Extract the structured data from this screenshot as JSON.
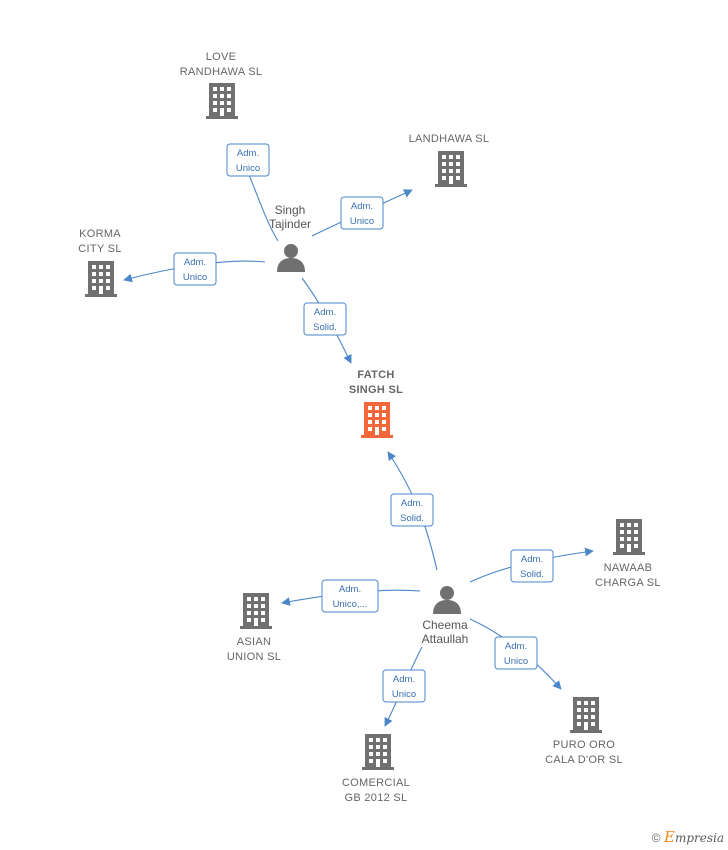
{
  "colors": {
    "building": "#707070",
    "focus": "#f4673a",
    "person": "#707070",
    "edge": "#4a86c8"
  },
  "companies": [
    {
      "id": "love",
      "lines": [
        "LOVE",
        "RANDHAWA  SL"
      ],
      "focus": false
    },
    {
      "id": "landhawa",
      "lines": [
        "LANDHAWA  SL"
      ],
      "focus": false
    },
    {
      "id": "korma",
      "lines": [
        "KORMA",
        "CITY  SL"
      ],
      "focus": false
    },
    {
      "id": "fatch",
      "lines": [
        "FATCH",
        "SINGH  SL"
      ],
      "focus": true
    },
    {
      "id": "nawaab",
      "lines": [
        "NAWAAB",
        "CHARGA  SL"
      ],
      "focus": false
    },
    {
      "id": "asian",
      "lines": [
        "ASIAN",
        "UNION SL"
      ],
      "focus": false
    },
    {
      "id": "comercial",
      "lines": [
        "COMERCIAL",
        "GB 2012 SL"
      ],
      "focus": false
    },
    {
      "id": "puro",
      "lines": [
        "PURO ORO",
        "CALA D'OR SL"
      ],
      "focus": false
    }
  ],
  "people": [
    {
      "id": "singh",
      "lines": [
        "Singh",
        "Tajinder"
      ]
    },
    {
      "id": "cheema",
      "lines": [
        "Cheema",
        "Attaullah"
      ]
    }
  ],
  "relations": [
    {
      "id": "r1",
      "from": "singh",
      "to": "love",
      "lines": [
        "Adm.",
        "Unico"
      ]
    },
    {
      "id": "r2",
      "from": "singh",
      "to": "landhawa",
      "lines": [
        "Adm.",
        "Unico"
      ]
    },
    {
      "id": "r3",
      "from": "singh",
      "to": "korma",
      "lines": [
        "Adm.",
        "Unico"
      ]
    },
    {
      "id": "r4",
      "from": "singh",
      "to": "fatch",
      "lines": [
        "Adm.",
        "Solid."
      ]
    },
    {
      "id": "r5",
      "from": "cheema",
      "to": "fatch",
      "lines": [
        "Adm.",
        "Solid."
      ]
    },
    {
      "id": "r6",
      "from": "cheema",
      "to": "nawaab",
      "lines": [
        "Adm.",
        "Solid."
      ]
    },
    {
      "id": "r7",
      "from": "cheema",
      "to": "asian",
      "lines": [
        "Adm.",
        "Unico,..."
      ]
    },
    {
      "id": "r8",
      "from": "cheema",
      "to": "comercial",
      "lines": [
        "Adm.",
        "Unico"
      ]
    },
    {
      "id": "r9",
      "from": "cheema",
      "to": "puro",
      "lines": [
        "Adm.",
        "Unico"
      ]
    }
  ],
  "footer": {
    "copyright": "©",
    "brand_first": "E",
    "brand_rest": "mpresia"
  }
}
